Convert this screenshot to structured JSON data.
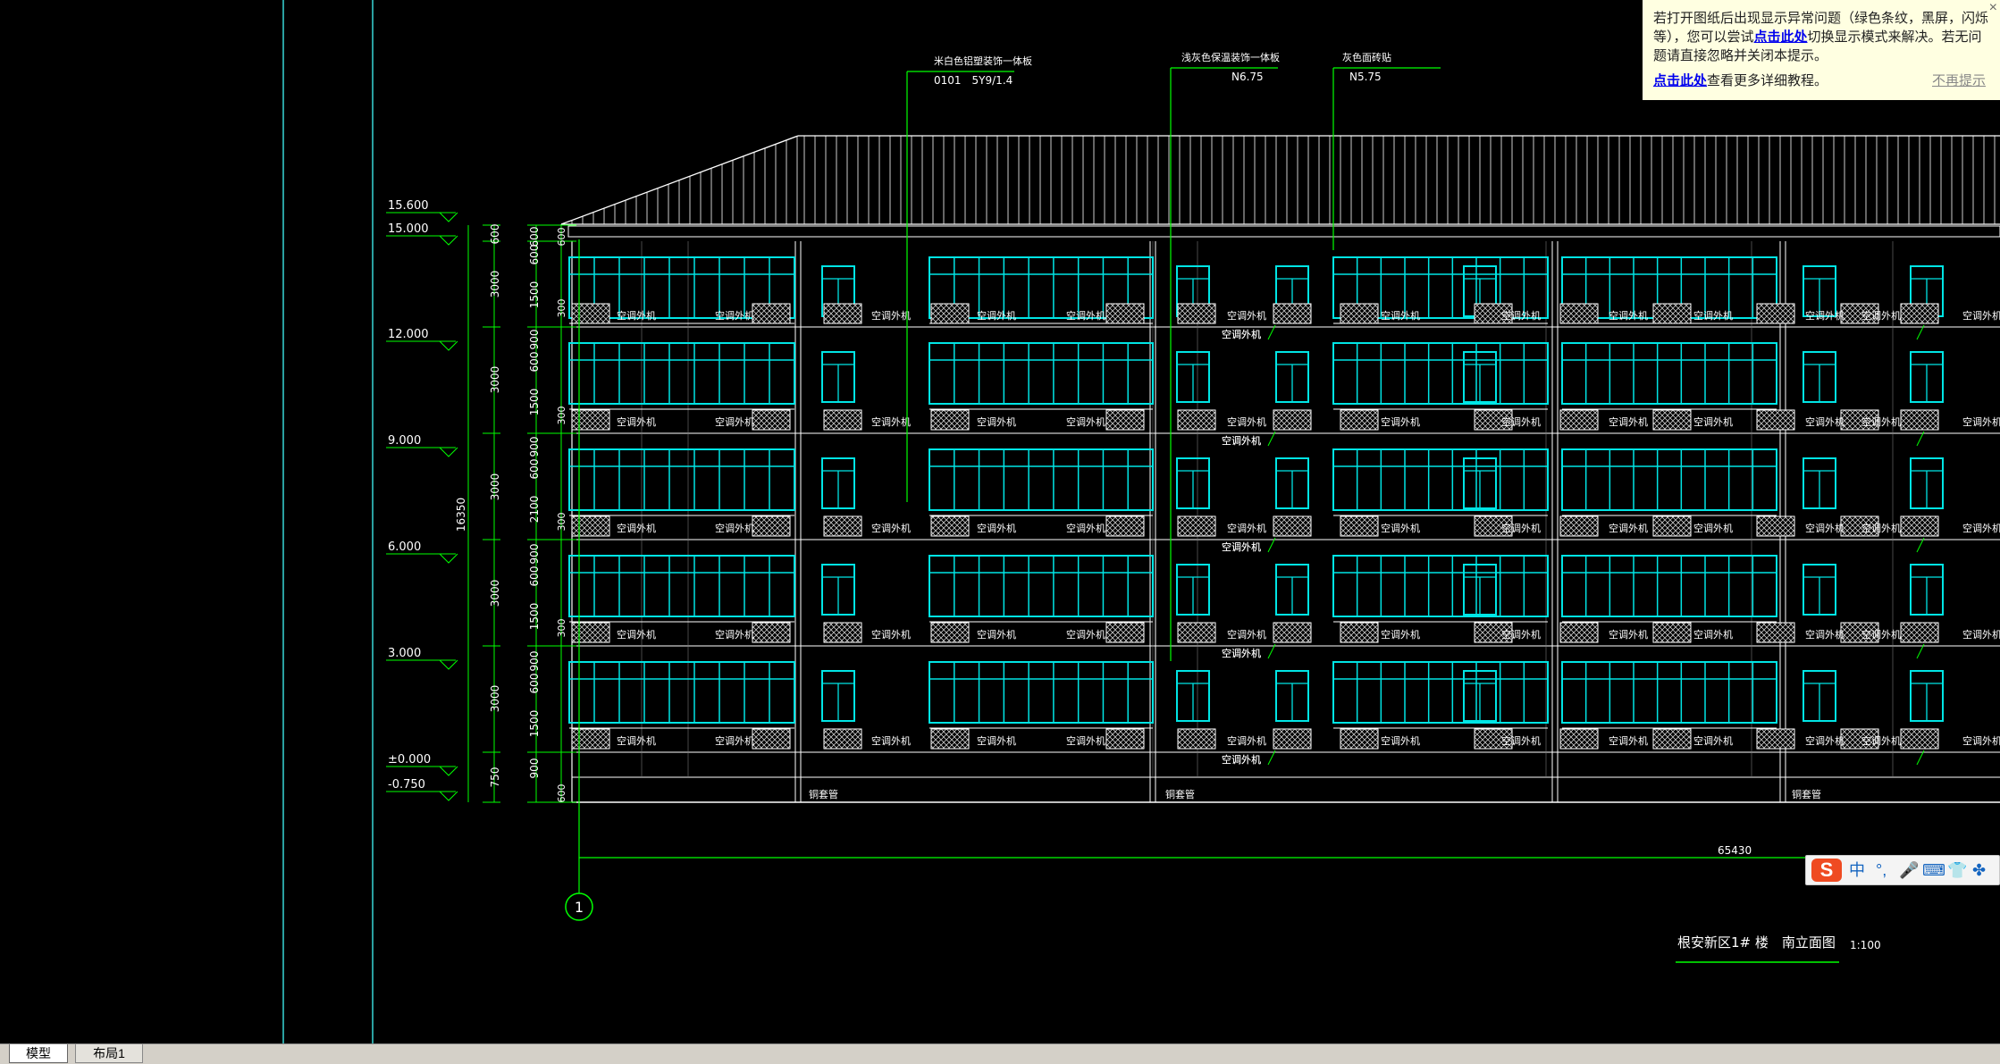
{
  "colors": {
    "background": "#000000",
    "line_white": "#ffffff",
    "line_green": "#00ff00",
    "line_cyan": "#00e5e5",
    "edge_cyan": "#2aa0a0"
  },
  "drawing": {
    "elevations": [
      "15.600",
      "15.000",
      "12.000",
      "9.000",
      "6.000",
      "3.000",
      "±0.000",
      "-0.750"
    ],
    "dim_outer": [
      "600",
      "3000",
      "3000",
      "3000",
      "3000",
      "3000",
      "750"
    ],
    "dim_total": "16350",
    "dim_inner": [
      "600",
      "600",
      "1500",
      "900",
      "600",
      "1500",
      "900",
      "600",
      "2100",
      "900",
      "600",
      "1500",
      "900",
      "600",
      "1500",
      "900",
      "600",
      "2100",
      "900",
      "600",
      "1500",
      "900",
      "600",
      "750"
    ],
    "dim_inner2": [
      "600",
      "300",
      "300",
      "300",
      "300",
      "600"
    ],
    "callouts": [
      {
        "line1": "米白色铝塑装饰一体板",
        "line2": "0101　5Y9/1.4"
      },
      {
        "line1": "浅灰色保温装饰一体板",
        "line2": "N6.75"
      },
      {
        "line1": "灰色面砖贴",
        "line2": "N5.75"
      }
    ],
    "ac_label": "空调外机",
    "pipe_label": "铜套管",
    "overall_dim": "65430",
    "grid_axis": "1",
    "title": "根安新区1# 楼　南立面图",
    "scale": "1:100"
  },
  "tips": {
    "line1": "若打开图纸后出现显示异常问题（绿色条纹，黑屏，闪烁等），您可以尝试",
    "link1": "点击此处",
    "line1b": "切换显示模式来解决。若无问题请直接忽略并关闭本提示。",
    "link2": "点击此处",
    "line2": "查看更多详细教程。",
    "dismiss": "不再提示",
    "close": "×"
  },
  "ime": {
    "logo": "S",
    "items": [
      "中",
      "°,",
      "🎤",
      "⌨",
      "👕",
      "✤"
    ]
  },
  "tabs": [
    {
      "label": "模型"
    },
    {
      "label": "布局1"
    }
  ]
}
